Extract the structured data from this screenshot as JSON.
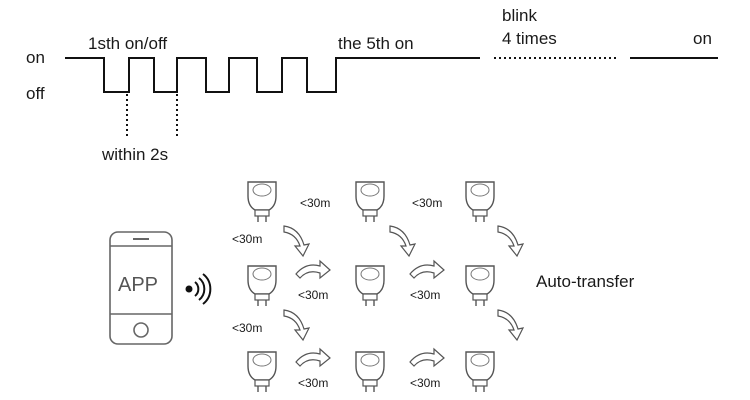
{
  "timing": {
    "on_label": "on",
    "off_label": "off",
    "first_label": "1sth on/off",
    "fifth_label": "the 5th on",
    "blink_label": "blink",
    "blink_count_label": "4 times",
    "final_on_label": "on",
    "within_label": "within 2s"
  },
  "phone": {
    "app_label": "APP"
  },
  "network": {
    "distance_label": "<30m",
    "auto_transfer_label": "Auto-transfer"
  }
}
